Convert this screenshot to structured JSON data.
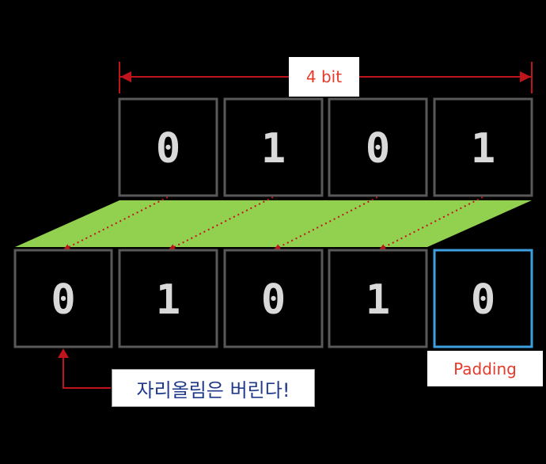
{
  "width_label": "4 bit",
  "top_bits": [
    "0",
    "1",
    "0",
    "1"
  ],
  "bottom_bits": [
    "0",
    "1",
    "0",
    "1",
    "0"
  ],
  "padding_label": "Padding",
  "carry_note": "자리올림은 버린다!",
  "colors": {
    "background": "#000000",
    "cell_border": "#595959",
    "padding_border": "#3d9fdf",
    "shift_band": "#92d050",
    "arrow": "#c0141c",
    "digit": "#d9d9d9"
  }
}
